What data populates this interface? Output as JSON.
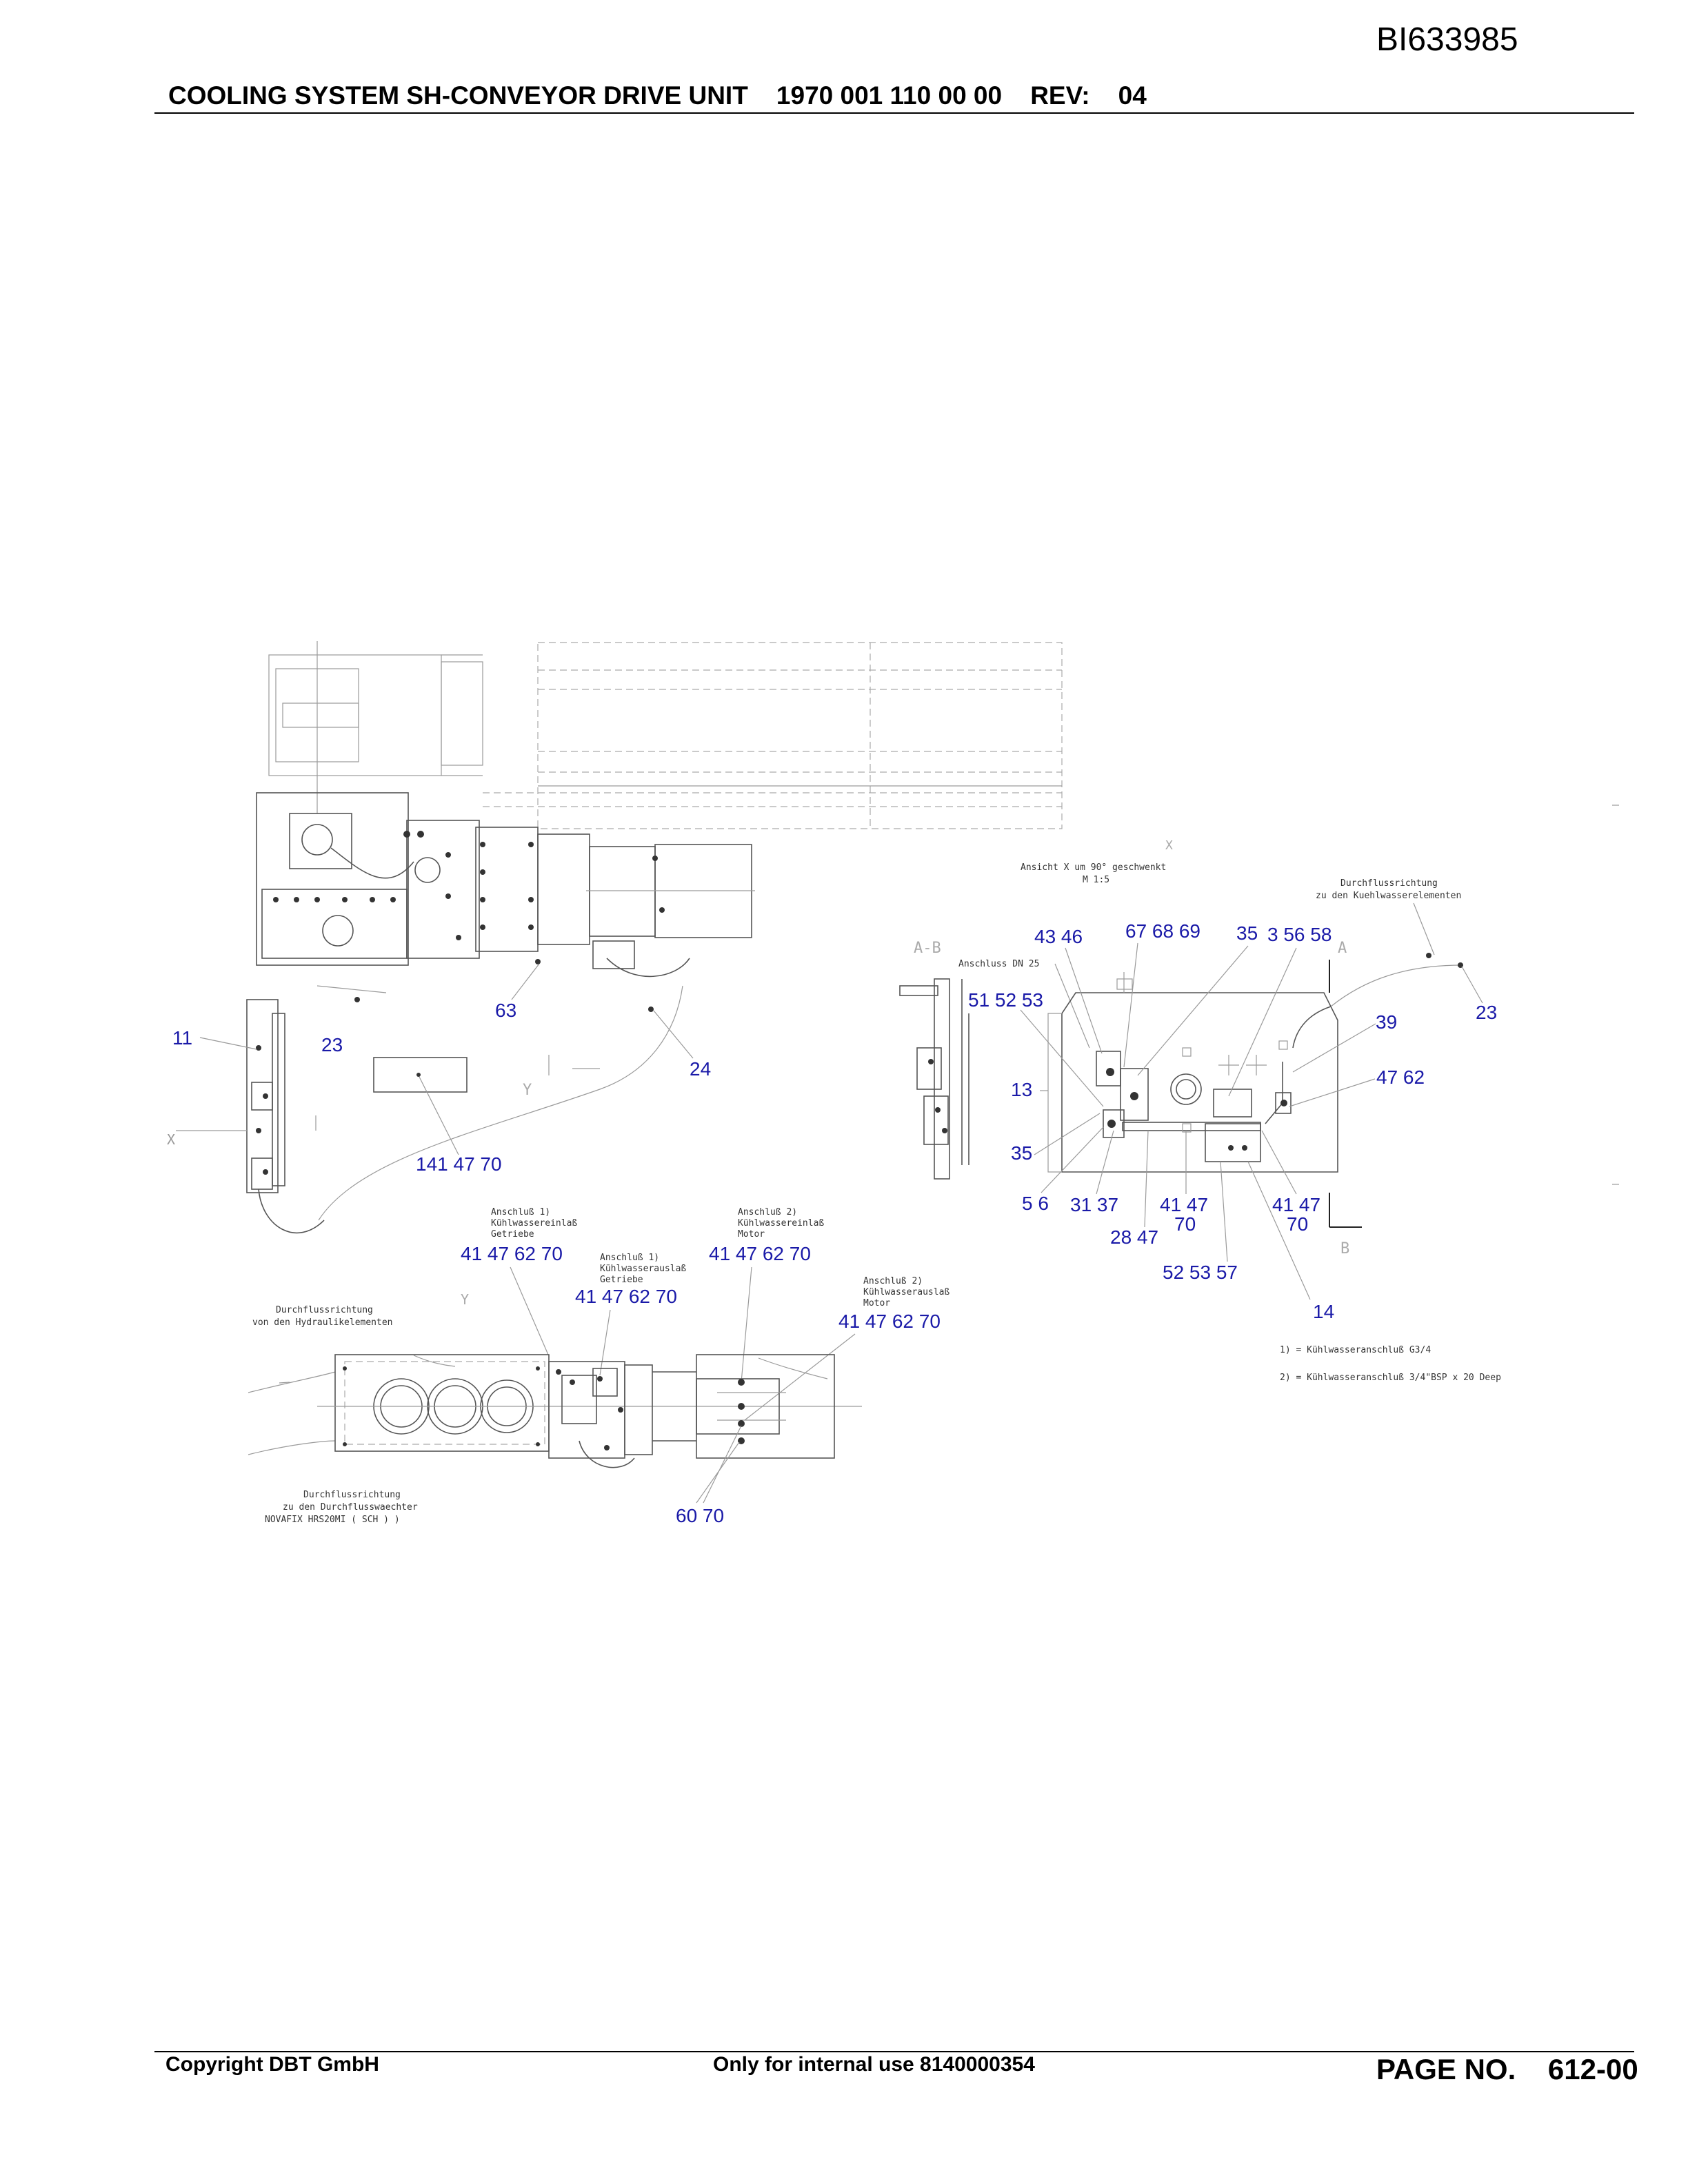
{
  "document": {
    "id": "BI633985",
    "header_title": "COOLING SYSTEM SH-CONVEYOR DRIVE UNIT    1970 001 110 00 00    REV:    04",
    "footer": {
      "copyright": "Copyright DBT GmbH",
      "internal_use": "Only for internal use 8140000354",
      "page": "PAGE NO.    612-00"
    }
  },
  "drawing": {
    "view_labels": {
      "section_ab": "A-B",
      "letter_a": "A",
      "letter_b": "B",
      "letter_x_left": "X",
      "letter_x_top": "X",
      "letter_y_mid": "Y",
      "letter_y_bottom": "Y"
    },
    "notes": {
      "view_x_line1": "Ansicht X um 90° geschwenkt",
      "view_x_line2": "M  1:5",
      "flow_to_cooling_line1": "Durchflussrichtung",
      "flow_to_cooling_line2": "zu den Kuehlwasserelementen",
      "connection_dn25": "Anschluss DN 25",
      "inlet_gear_line1": "Anschluß 1)",
      "inlet_gear_line2": "Kühlwassereinlaß",
      "inlet_gear_line3": "Getriebe",
      "inlet_motor_line1": "Anschluß 2)",
      "inlet_motor_line2": "Kühlwassereinlaß",
      "inlet_motor_line3": "Motor",
      "outlet_gear_line1": "Anschluß 1)",
      "outlet_gear_line2": "Kühlwasserauslaß",
      "outlet_gear_line3": "Getriebe",
      "outlet_motor_line1": "Anschluß 2)",
      "outlet_motor_line2": "Kühlwasserauslaß",
      "outlet_motor_line3": "Motor",
      "flow_from_hydraulic_line1": "Durchflussrichtung",
      "flow_from_hydraulic_line2": "von den Hydraulikelementen",
      "flow_to_switch_line1": "Durchflussrichtung",
      "flow_to_switch_line2": "zu den Durchflusswaechter",
      "flow_to_switch_line3": "NOVAFIX HRS20MI ( SCH ) )",
      "footnote_1": "1) = Kühlwasseranschluß G3/4",
      "footnote_2": "2) = Kühlwasseranschluß 3/4\"BSP x 20 Deep"
    },
    "callouts": {
      "c11": "11",
      "c23a": "23",
      "c63": "63",
      "c24": "24",
      "c141": "141 47 70",
      "c4346": "43 46",
      "c676869": "67 68 69",
      "c35a": "35",
      "c35658": "3 56 58",
      "c23b": "23",
      "c515253": "51 52 53",
      "c39": "39",
      "c4762": "47 62",
      "c13": "13",
      "c35b": "35",
      "c56": "5 6",
      "c3137": "31 37",
      "c4147a1": "41 47",
      "c4147a2": "70",
      "c4147b1": "41 47",
      "c4147b2": "70",
      "c2847": "28 47",
      "c525357": "52 53 57",
      "c14": "14",
      "c_in_gear": "41 47 62 70",
      "c_in_motor": "41 47 62 70",
      "c_out_gear": "41 47 62 70",
      "c_out_motor": "41 47 62 70",
      "c6070": "60 70"
    }
  }
}
